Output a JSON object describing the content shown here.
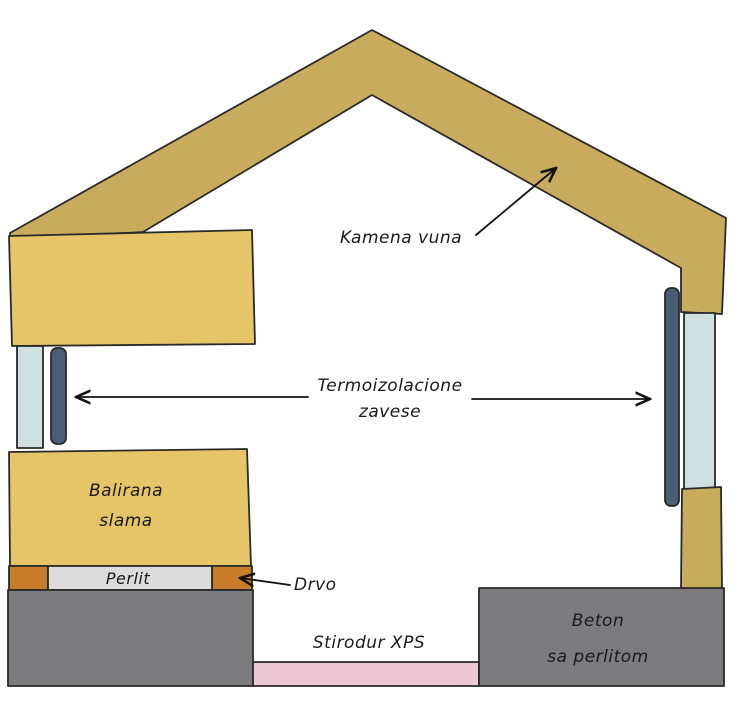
{
  "labels": {
    "roof_insulation": "Kamena vuna",
    "curtains_line1": "Termoizolacione",
    "curtains_line2": "zavese",
    "straw_line1": "Balirana",
    "straw_line2": "slama",
    "perlite": "Perlit",
    "wood": "Drvo",
    "xps": "Stirodur XPS",
    "concrete_line1": "Beton",
    "concrete_line2": "sa perlitom"
  },
  "colors": {
    "roof": "#c8ab5c",
    "straw": "#e5c567",
    "glass": "#cfe0e0",
    "curtain": "#4a5d74",
    "wood": "#c77d2c",
    "perlite": "#dcdcdc",
    "concrete": "#7c7c7e",
    "xps": "#ecc7d4",
    "outline": "#2a2a2a"
  }
}
